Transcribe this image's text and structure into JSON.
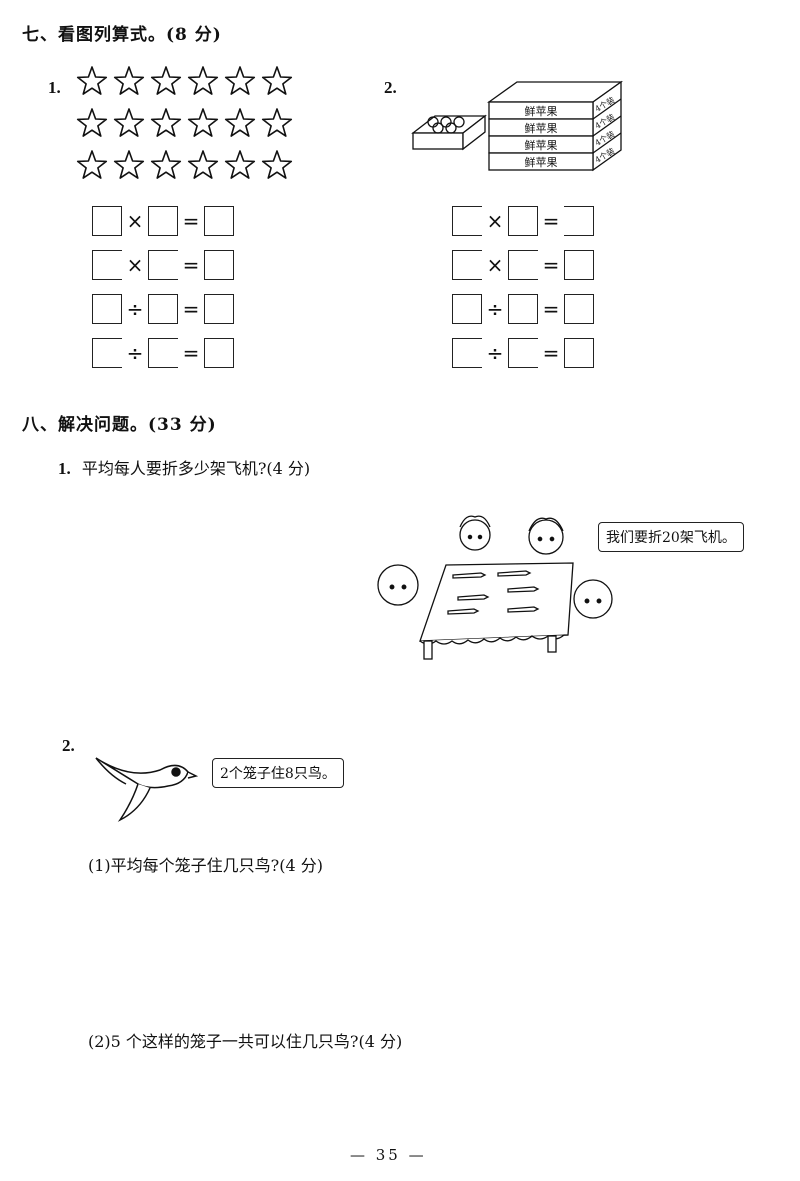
{
  "section7": {
    "heading": "七、看图列算式。(8 分)",
    "problem1": {
      "number": "1.",
      "stars": {
        "rows": 3,
        "per_row": 6
      },
      "equations": [
        {
          "op": "×",
          "eq": "="
        },
        {
          "op": "×",
          "eq": "="
        },
        {
          "op": "÷",
          "eq": "="
        },
        {
          "op": "÷",
          "eq": "="
        }
      ]
    },
    "problem2": {
      "number": "2.",
      "crate_label": "鲜苹果",
      "side_label": "4个装",
      "equations": [
        {
          "op": "×",
          "eq": "="
        },
        {
          "op": "×",
          "eq": "="
        },
        {
          "op": "÷",
          "eq": "="
        },
        {
          "op": "÷",
          "eq": "="
        }
      ]
    }
  },
  "section8": {
    "heading": "八、解决问题。(33 分)",
    "q1": {
      "number": "1.",
      "text": "平均每人要折多少架飞机?(4 分)",
      "speech": "我们要折20架飞机。"
    },
    "q2": {
      "number": "2.",
      "speech": "2个笼子住8只鸟。",
      "sub1": "(1)平均每个笼子住几只鸟?(4 分)",
      "sub2": "(2)5 个这样的笼子一共可以住几只鸟?(4 分)"
    }
  },
  "page_number": "— 35 —"
}
